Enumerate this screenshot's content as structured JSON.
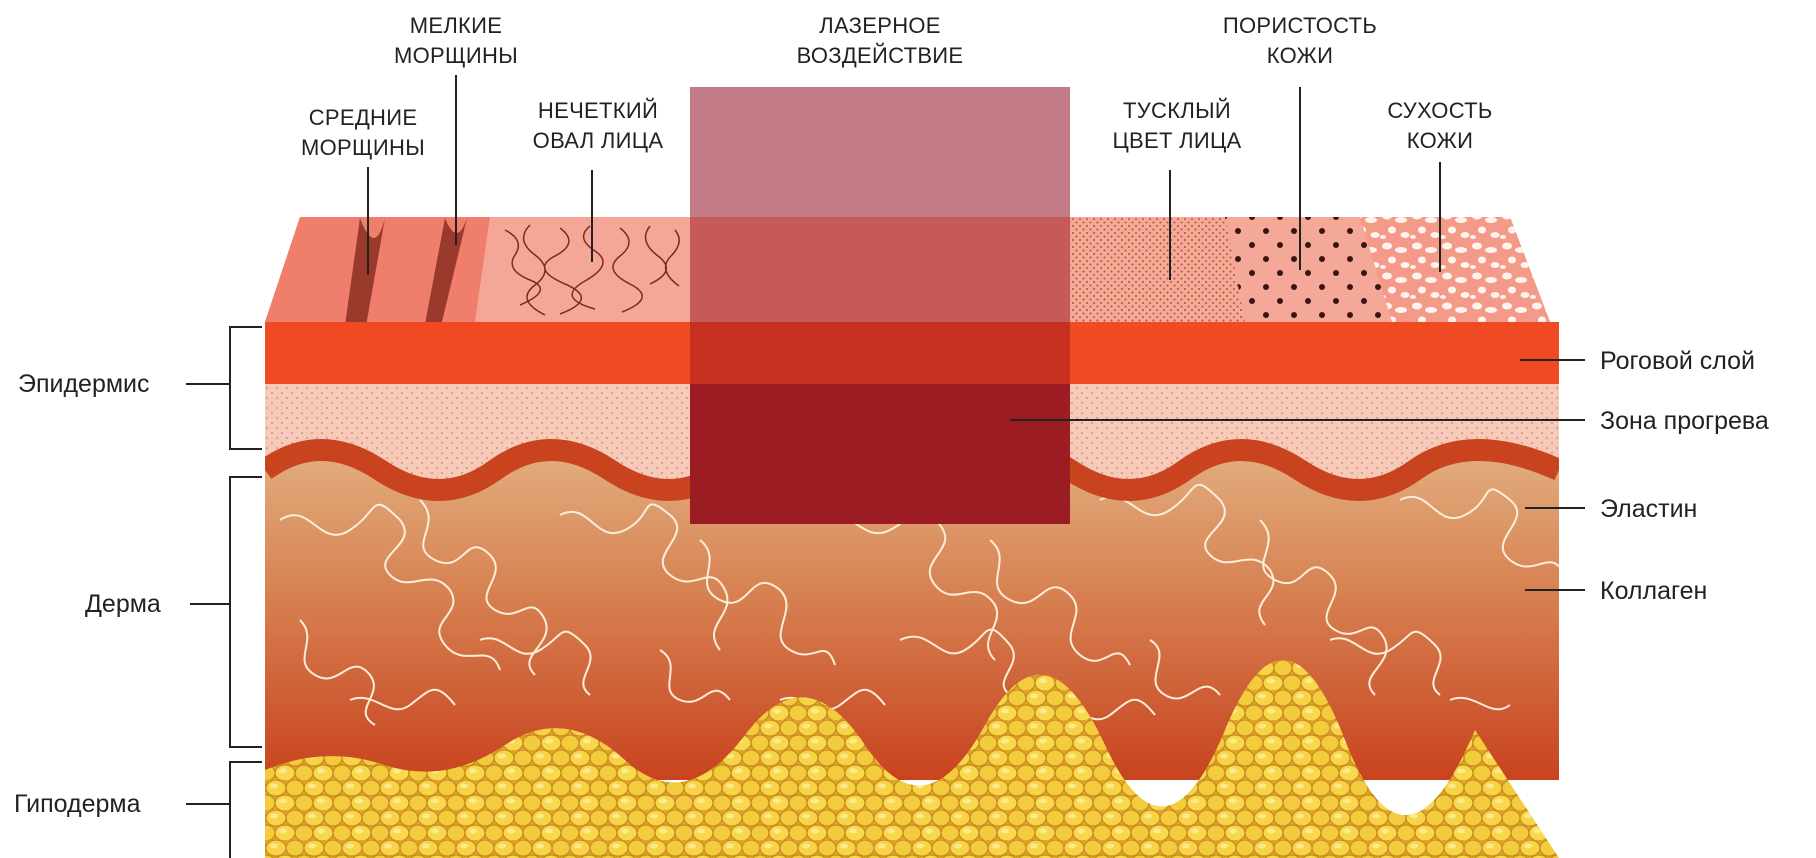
{
  "top_labels": {
    "medium_wrinkles": [
      "СРЕДНИЕ",
      "МОРЩИНЫ"
    ],
    "fine_wrinkles": [
      "МЕЛКИЕ",
      "МОРЩИНЫ"
    ],
    "blurred_oval": [
      "НЕЧЕТКИЙ",
      "ОВАЛ ЛИЦА"
    ],
    "laser": [
      "ЛАЗЕРНОЕ",
      "ВОЗДЕЙСТВИЕ"
    ],
    "dull_complexion": [
      "ТУСКЛЫЙ",
      "ЦВЕТ ЛИЦА"
    ],
    "porosity": [
      "ПОРИСТОСТЬ",
      "КОЖИ"
    ],
    "dryness": [
      "СУХОСТЬ",
      "КОЖИ"
    ]
  },
  "left_labels": {
    "epidermis": "Эпидермис",
    "dermis": "Дерма",
    "hypodermis": "Гиподерма"
  },
  "right_labels": {
    "stratum_corneum": "Роговой слой",
    "heat_zone": "Зона прогрева",
    "elastin": "Эластин",
    "collagen": "Коллаген"
  },
  "colors": {
    "surface": "#f28a78",
    "stratum": "#ef4a22",
    "epidermis": "#f7c7b6",
    "elastin_wave": "#c9431f",
    "dermis_top": "#d99a6c",
    "dermis_bottom": "#c8431e",
    "fat": "#f1c93a",
    "laser_beam": "#b04a58",
    "heat_zone": "#9b1c22"
  }
}
